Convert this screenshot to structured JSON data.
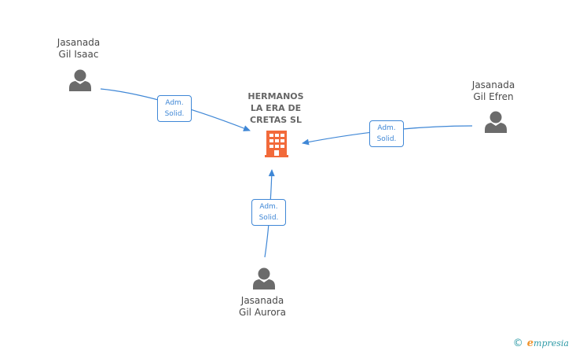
{
  "company": {
    "name_lines": [
      "HERMANOS",
      "LA ERA DE",
      "CRETAS SL"
    ],
    "icon": "building-icon",
    "color": "#f26a3a"
  },
  "persons": [
    {
      "id": "isaac",
      "name_lines": [
        "Jasanada",
        "Gil Isaac"
      ],
      "relation_lines": [
        "Adm.",
        "Solid."
      ],
      "icon": "person-icon"
    },
    {
      "id": "efren",
      "name_lines": [
        "Jasanada",
        "Gil Efren"
      ],
      "relation_lines": [
        "Adm.",
        "Solid."
      ],
      "icon": "person-icon"
    },
    {
      "id": "aurora",
      "name_lines": [
        "Jasanada",
        "Gil Aurora"
      ],
      "relation_lines": [
        "Adm.",
        "Solid."
      ],
      "icon": "person-icon"
    }
  ],
  "colors": {
    "link": "#3f87d6",
    "person_icon": "#6b6b6b",
    "text": "#4a4a4a"
  },
  "footer": {
    "copyright_symbol": "©",
    "brand_first": "e",
    "brand_rest": "mpresia"
  }
}
